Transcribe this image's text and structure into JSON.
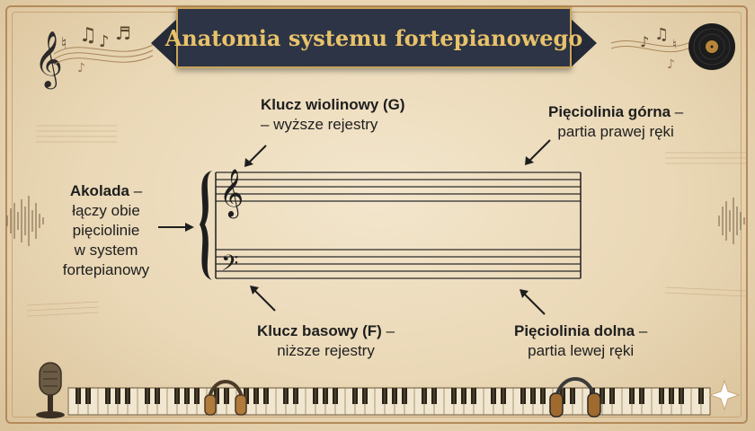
{
  "title": "Anatomia systemu fortepianowego",
  "labels": {
    "treble_clef": {
      "bold": "Klucz wiolinowy (G)",
      "rest": "– wyższe rejestry"
    },
    "upper_staff": {
      "bold": "Pięciolinia górna",
      "dash": " –",
      "rest": "partia prawej ręki"
    },
    "brace": {
      "bold": "Akolada",
      "dash": " –",
      "rest1": "łączy obie",
      "rest2": "pięciolinie",
      "rest3": "w system",
      "rest4": "fortepianowy"
    },
    "bass_clef": {
      "bold": "Klucz basowy (F)",
      "dash": " –",
      "rest": "niższe rejestry"
    },
    "lower_staff": {
      "bold": "Pięciolinia dolna",
      "dash": " –",
      "rest": "partia lewej ręki"
    }
  },
  "symbols": {
    "treble_clef": "𝄞",
    "bass_clef": "𝄢"
  },
  "colors": {
    "banner": "#2d3445",
    "title": "#e8c26a",
    "text": "#1e1e1e",
    "frame": "#b58a5a"
  },
  "icons": [
    "treble-clef-icon",
    "vinyl-record-icon",
    "microphone-icon",
    "headphones-icon",
    "piano-keyboard-icon",
    "music-notes-icon"
  ]
}
